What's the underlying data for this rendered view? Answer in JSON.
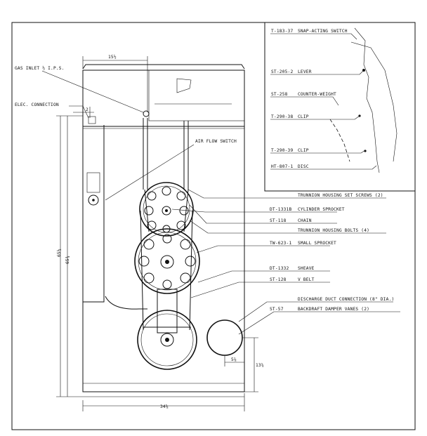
{
  "parts": [
    {
      "id": "snap",
      "part_no": "T-183-37",
      "name": "SNAP-ACTING SWITCH"
    },
    {
      "id": "lever",
      "part_no": "ST-205-2",
      "name": "LEVER"
    },
    {
      "id": "cw",
      "part_no": "ST-258",
      "name": "COUNTER-WEIGHT"
    },
    {
      "id": "clip1",
      "part_no": "T-290-38",
      "name": "CLIP"
    },
    {
      "id": "clip2",
      "part_no": "T-290-39",
      "name": "CLIP"
    },
    {
      "id": "disc",
      "part_no": "HT-807-1",
      "name": "DISC"
    },
    {
      "id": "tset",
      "part_no": "",
      "name": "TRUNNION HOUSING SET SCREWS (2)"
    },
    {
      "id": "csp",
      "part_no": "DT-1331B",
      "name": "CYLINDER SPROCKET"
    },
    {
      "id": "chain",
      "part_no": "ST-118",
      "name": "CHAIN"
    },
    {
      "id": "tbolt",
      "part_no": "",
      "name": "TRUNNION HOUSING BOLTS (4)"
    },
    {
      "id": "ssp",
      "part_no": "TW-623-1",
      "name": "SMALL SPROCKET"
    },
    {
      "id": "sheave",
      "part_no": "DT-1332",
      "name": "SHEAVE"
    },
    {
      "id": "vbelt",
      "part_no": "ST-128",
      "name": "V BELT"
    },
    {
      "id": "duct",
      "part_no": "",
      "name": "DISCHARGE DUCT CONNECTION (8\" DIA.)"
    },
    {
      "id": "vanes",
      "part_no": "ST-57",
      "name": "BACKDRAFT DAMPER VANES (2)"
    }
  ],
  "labels": {
    "gas_inlet": "GAS INLET ½ I.P.S.",
    "elec": "ELEC. CONNECTION",
    "air_flow": "AIR FLOW SWITCH"
  },
  "dimensions": {
    "top_width": "15½",
    "elec_offset": "2",
    "height_a": "65½",
    "height_b": "65¾",
    "duct_offset": "5⅞",
    "duct_height": "13⅝",
    "base_width": "34⅝"
  }
}
